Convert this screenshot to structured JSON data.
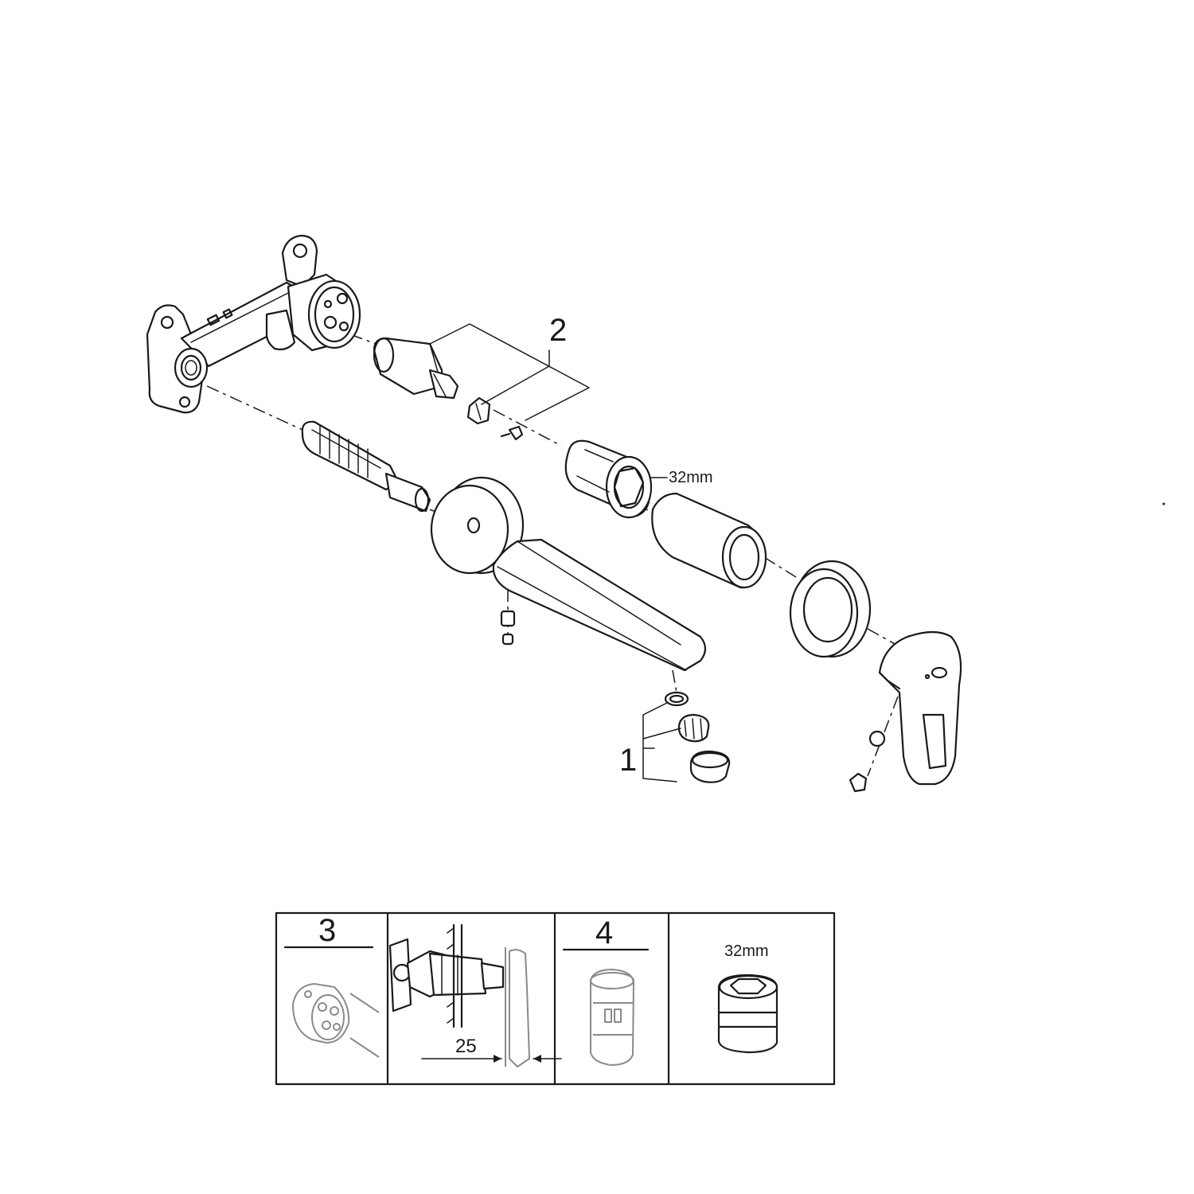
{
  "main_diagram": {
    "callouts": {
      "aerator_set": "1",
      "cartridge_set": "2"
    },
    "dimensions": {
      "nut_size": "32mm"
    }
  },
  "detail_panels": {
    "panel_mounting": {
      "number": "3"
    },
    "panel_depth": {
      "dimension": "25"
    },
    "panel_extension": {
      "number": "4"
    },
    "panel_nut": {
      "dimension": "32mm"
    }
  }
}
